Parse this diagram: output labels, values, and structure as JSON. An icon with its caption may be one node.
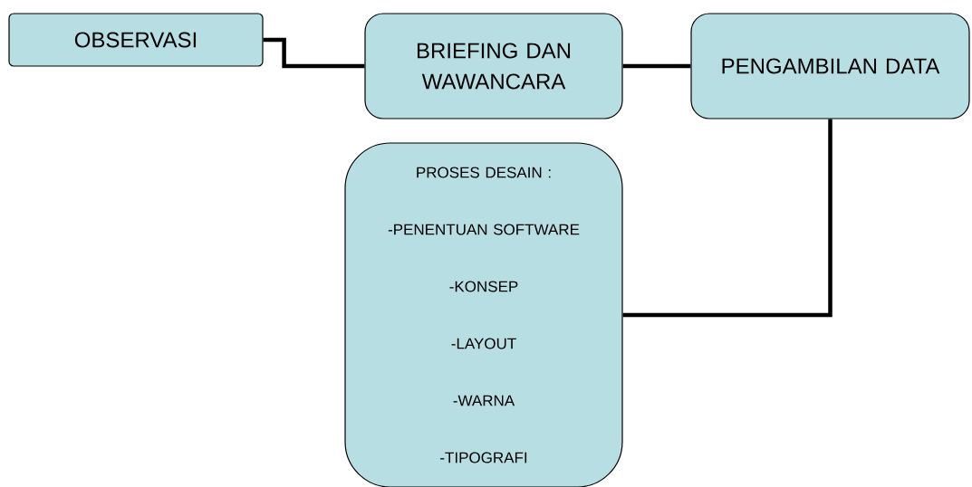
{
  "diagram": {
    "nodes": [
      {
        "text": [
          "OBSERVASI"
        ]
      },
      {
        "text": [
          "BRIEFING DAN WAWANCARA"
        ]
      },
      {
        "text": [
          "PENGAMBILAN DATA"
        ]
      },
      {
        "text": [
          "PROSES DESAIN :",
          "-PENENTUAN SOFTWARE",
          "-KONSEP",
          "-LAYOUT",
          "-WARNA",
          "-TIPOGRAFI"
        ]
      }
    ],
    "edges": [
      {
        "from": 0,
        "to": 1,
        "arrow": "none"
      },
      {
        "from": 1,
        "to": 2,
        "arrow": "none"
      },
      {
        "from": 2,
        "to": 3,
        "arrow": "none"
      }
    ]
  }
}
